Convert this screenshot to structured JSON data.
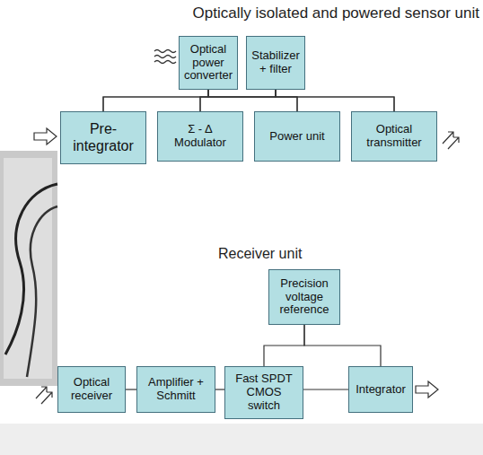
{
  "diagram": {
    "title": "Optically isolated and powered sensor unit",
    "nodes": [
      {
        "text": [
          "Optical power converter"
        ]
      },
      {
        "text": [
          "Stabilizer + filter"
        ]
      },
      {
        "text": [
          "Pre-integrator"
        ]
      },
      {
        "text": [
          "Σ - Δ Modulator"
        ]
      },
      {
        "text": [
          "Power unit"
        ]
      },
      {
        "text": [
          "Optical transmitter"
        ]
      },
      {
        "text": [
          "Precision voltage reference"
        ]
      },
      {
        "text": [
          "Optical receiver"
        ]
      },
      {
        "text": [
          "Amplifier + Schmitt"
        ]
      },
      {
        "text": [
          "Fast SPDT CMOS switch"
        ]
      },
      {
        "text": [
          "Integrator"
        ]
      }
    ],
    "edges": [
      {
        "from": 0,
        "to": 2,
        "arrow": "none"
      },
      {
        "from": 0,
        "to": 3,
        "arrow": "none"
      },
      {
        "from": 0,
        "to": 4,
        "arrow": "none"
      },
      {
        "from": 0,
        "to": 5,
        "arrow": "none"
      },
      {
        "from": 1,
        "to": 2,
        "arrow": "none"
      },
      {
        "from": 1,
        "to": 3,
        "arrow": "none"
      },
      {
        "from": 1,
        "to": 4,
        "arrow": "none"
      },
      {
        "from": 1,
        "to": 5,
        "arrow": "none"
      },
      {
        "from": 7,
        "to": 8,
        "arrow": "none"
      },
      {
        "from": 8,
        "to": 9,
        "arrow": "none"
      },
      {
        "from": 9,
        "to": 10,
        "arrow": "none"
      },
      {
        "from": 6,
        "to": 9,
        "arrow": "none"
      },
      {
        "from": 6,
        "to": 10,
        "arrow": "none"
      }
    ],
    "labels": [
      "Receiver unit"
    ]
  }
}
